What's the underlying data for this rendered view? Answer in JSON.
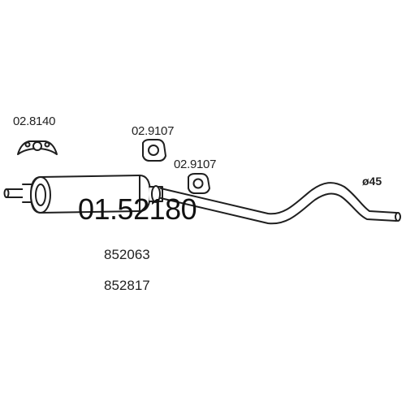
{
  "parts": {
    "main_part_number": "01.52180",
    "oe_refs": [
      "852063",
      "852817"
    ],
    "hanger_front": "02.8140",
    "gasket_upper": "02.9107",
    "gasket_lower": "02.9107",
    "pipe_diameter": "ø45"
  },
  "colors": {
    "stroke": "#1f1f1f",
    "fill": "#ffffff",
    "background": "#ffffff"
  },
  "icons": {
    "hanger": "rubber-hanger-icon",
    "gasket": "ring-gasket-icon",
    "muffler": "muffler-drawing",
    "pipe": "tailpipe-drawing"
  }
}
